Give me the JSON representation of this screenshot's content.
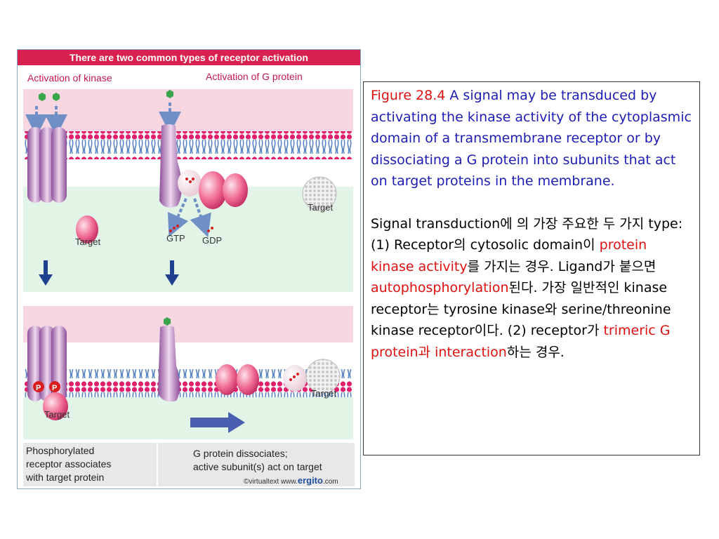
{
  "figure": {
    "title": "There are two common types of receptor activation",
    "left_heading": "Activation of kinase",
    "right_heading": "Activation of G protein",
    "labels": {
      "target": "Target",
      "gtp": "GTP",
      "gdp": "GDP",
      "phospho": "P"
    },
    "left_caption": [
      "Phosphorylated",
      "receptor associates",
      "with target protein"
    ],
    "right_caption": [
      "G protein dissociates;",
      "active subunit(s) act on target"
    ],
    "credit": {
      "prefix": "©virtualtext  www.",
      "brand": "ergito",
      "suffix": ".com"
    },
    "colors": {
      "title_bar": "#d8214e",
      "membrane_head": "#e0206a",
      "membrane_tail": "#5b86c6",
      "arrow": "#1f3f8f"
    }
  },
  "text": {
    "fig_label": "Figure 28.4",
    "fig_caption": " A signal may be transduced by activating the kinase activity of the cytoplasmic domain of a transmembrane receptor or by dissociating a G protein into subunits that act on target proteins in the membrane.",
    "p2": [
      {
        "t": "Signal transduction",
        "c": ""
      },
      {
        "t": "에 의 가장 주요한 두 가지 ",
        "c": ""
      },
      {
        "t": "type: (1) Receptor",
        "c": ""
      },
      {
        "t": "의 ",
        "c": ""
      },
      {
        "t": "cytosolic domain",
        "c": ""
      },
      {
        "t": "이 ",
        "c": ""
      },
      {
        "t": "protein kinase activity",
        "c": "red"
      },
      {
        "t": "를 가지는 경우. ",
        "c": ""
      },
      {
        "t": "Ligand",
        "c": ""
      },
      {
        "t": "가 붙으면 ",
        "c": ""
      },
      {
        "t": "autophosphorylation",
        "c": "red"
      },
      {
        "t": "된다. 가장 일반적인 ",
        "c": ""
      },
      {
        "t": "kinase receptor",
        "c": ""
      },
      {
        "t": "는 ",
        "c": ""
      },
      {
        "t": "tyrosine kinase",
        "c": ""
      },
      {
        "t": "와 ",
        "c": ""
      },
      {
        "t": "serine/threonine kinase receptor",
        "c": ""
      },
      {
        "t": "이다. (2) ",
        "c": ""
      },
      {
        "t": "receptor",
        "c": ""
      },
      {
        "t": "가 ",
        "c": ""
      },
      {
        "t": "trimeric G protein",
        "c": "red"
      },
      {
        "t": "과 ",
        "c": "red"
      },
      {
        "t": "interaction",
        "c": "red"
      },
      {
        "t": "하는 경우.",
        "c": ""
      }
    ]
  }
}
